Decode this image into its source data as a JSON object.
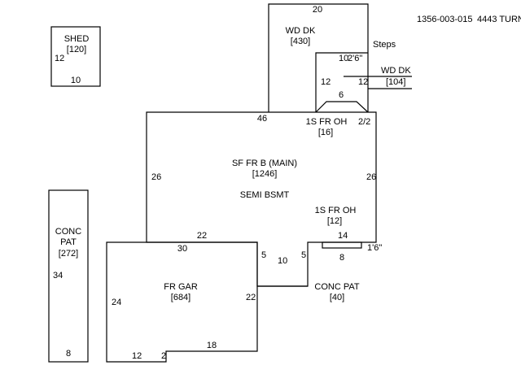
{
  "header": {
    "parcel_id": "1356-003-015",
    "address": "4443 TURN"
  },
  "shed": {
    "name": "SHED",
    "area": "[120]",
    "dim_left": "12",
    "dim_bottom": "10"
  },
  "wood_deck_top": {
    "name": "WD DK",
    "area": "[430]",
    "dim_top": "20"
  },
  "steps": {
    "label": "Steps"
  },
  "wood_deck_small": {
    "name": "WD DK",
    "area": "[104]"
  },
  "stair_well": {
    "dim_a": "10",
    "dim_b": "2'6\"",
    "dim_left": "12",
    "dim_right": "12",
    "dim_step": "6"
  },
  "main_house": {
    "name": "SF FR B (MAIN)",
    "area": "[1246]",
    "basement": "SEMI BSMT",
    "dim_top": "46",
    "dim_left": "26",
    "dim_right": "26",
    "dim_bottom": "22"
  },
  "overhang_top": {
    "name": "1S FR OH",
    "area": "[16]",
    "dim": "2/2"
  },
  "overhang_bottom": {
    "name": "1S FR OH",
    "area": "[12]",
    "dim_top": "14",
    "dim_bottom": "8",
    "dim_side": "1'6\""
  },
  "garage": {
    "name": "FR GAR",
    "area": "[684]",
    "dim_top": "30",
    "dim_left": "24",
    "dim_right": "22",
    "dim_bottom_a": "12",
    "dim_bottom_b": "2",
    "dim_bottom_c": "18"
  },
  "conc_patio_small": {
    "name": "CONC PAT",
    "area": "[40]",
    "dim_a": "5",
    "dim_b": "10",
    "dim_c": "5"
  },
  "conc_patio_long": {
    "name_line1": "CONC",
    "name_line2": "PAT",
    "area": "[272]",
    "dim_side": "34",
    "dim_bottom": "8"
  },
  "colors": {
    "line": "#000000",
    "background": "#ffffff"
  }
}
